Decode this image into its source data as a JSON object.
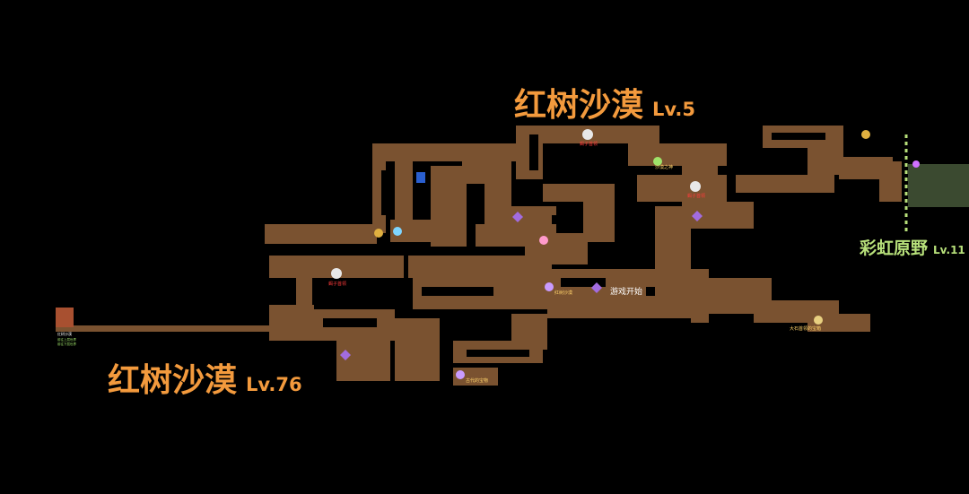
{
  "regions": {
    "mangrove_top": {
      "name": "红树沙漠",
      "level": "Lv.5"
    },
    "mangrove_left": {
      "name": "红树沙漠",
      "level": "Lv.76"
    },
    "rainbow_fields": {
      "name": "彩虹原野",
      "level": "Lv.11"
    }
  },
  "labels": {
    "game_start": "游戏开始",
    "boss_1": "蝎子首领",
    "boss_2": "蝎子首领",
    "boss_3": "蝎子首领",
    "poi_1": "红树沙漠",
    "poi_2": "大石首领的宝箱",
    "poi_3": "古代的宝物",
    "poi_4": "沙漠之神",
    "entrance": "红树沙漠",
    "entrance_sub_1": "前往上层世界",
    "entrance_sub_2": "前往下层世界"
  },
  "colors": {
    "background": "#000000",
    "cave_fill": "#7a5230",
    "cave_edge": "#4a3018",
    "region_label_orange": "#f39a3d",
    "region_label_green": "#b7e07a",
    "rainbow_area": "#3b4a30",
    "boss_text": "#ff3b3b"
  },
  "icons": [
    "boss-skull-icon",
    "treasure-chest-icon",
    "crystal-icon",
    "teleport-icon",
    "campfire-icon",
    "npc-icon"
  ]
}
